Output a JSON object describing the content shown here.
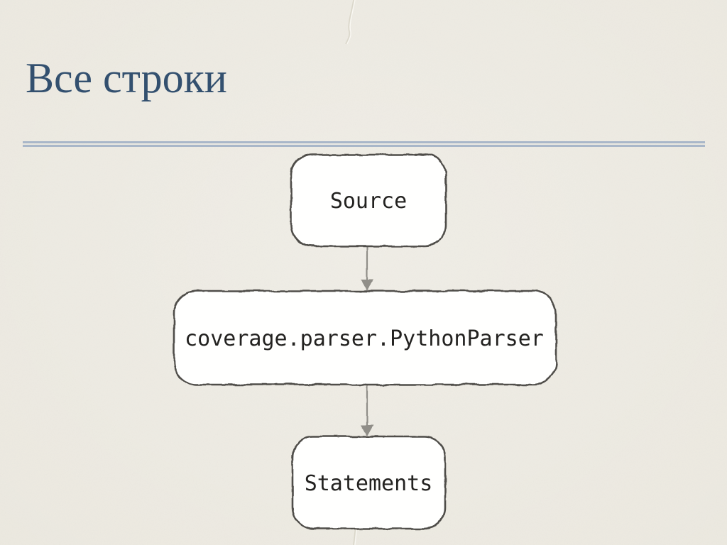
{
  "slide": {
    "title": "Все строки",
    "colors": {
      "background": "#ECE9E0",
      "title_text": "#33506F",
      "divider": "#A9B7C9",
      "node_fill": "#FFFFFE",
      "node_border": "#4F4D49",
      "node_text": "#232220",
      "arrow": "#908E88"
    }
  },
  "diagram": {
    "type": "flowchart",
    "direction": "top-down",
    "nodes": [
      {
        "id": "source",
        "label": "Source"
      },
      {
        "id": "parser",
        "label": "coverage.parser.PythonParser"
      },
      {
        "id": "statements",
        "label": "Statements"
      }
    ],
    "edges": [
      {
        "from": "source",
        "to": "parser"
      },
      {
        "from": "parser",
        "to": "statements"
      }
    ]
  }
}
